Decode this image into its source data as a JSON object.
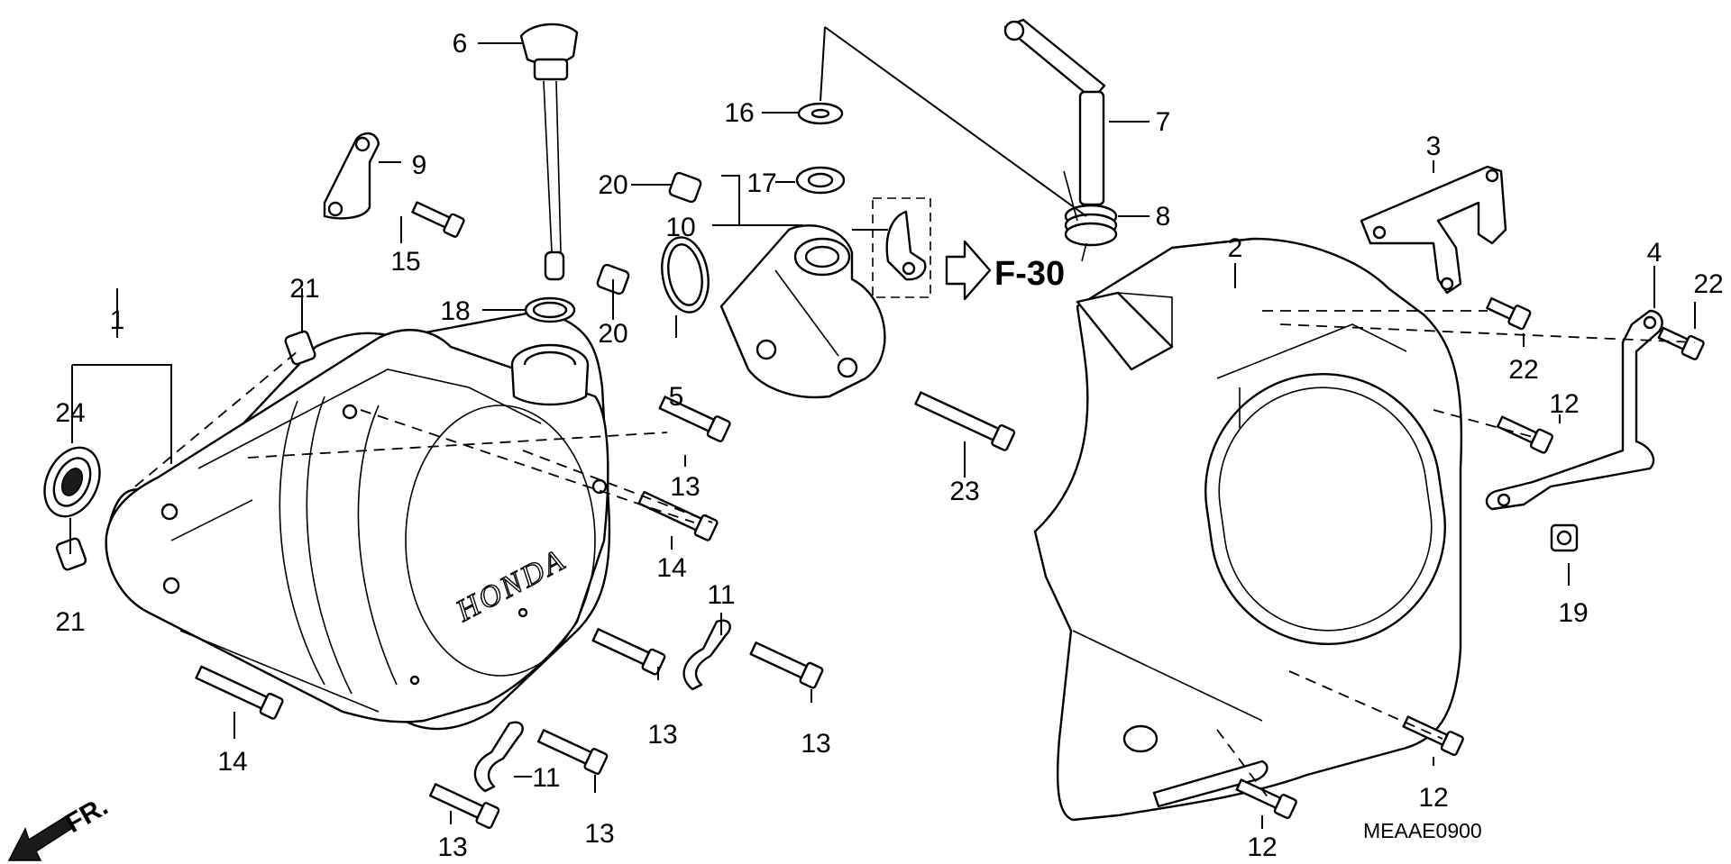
{
  "diagram": {
    "code": "MEAAE0900",
    "reference": "F-30",
    "direction": "FR.",
    "brand": "HONDA"
  },
  "callouts": [
    {
      "id": "c1",
      "text": "1"
    },
    {
      "id": "c24",
      "text": "24"
    },
    {
      "id": "c21a",
      "text": "21"
    },
    {
      "id": "c21b",
      "text": "21"
    },
    {
      "id": "c6",
      "text": "6"
    },
    {
      "id": "c9",
      "text": "9"
    },
    {
      "id": "c15",
      "text": "15"
    },
    {
      "id": "c18",
      "text": "18"
    },
    {
      "id": "c20a",
      "text": "20"
    },
    {
      "id": "c20b",
      "text": "20"
    },
    {
      "id": "c16",
      "text": "16"
    },
    {
      "id": "c17",
      "text": "17"
    },
    {
      "id": "c10",
      "text": "10"
    },
    {
      "id": "c5",
      "text": "5"
    },
    {
      "id": "c13a",
      "text": "13"
    },
    {
      "id": "c14a",
      "text": "14"
    },
    {
      "id": "c14b",
      "text": "14"
    },
    {
      "id": "c11a",
      "text": "11"
    },
    {
      "id": "c11b",
      "text": "11"
    },
    {
      "id": "c13b",
      "text": "13"
    },
    {
      "id": "c13c",
      "text": "13"
    },
    {
      "id": "c13d",
      "text": "13"
    },
    {
      "id": "c13e",
      "text": "13"
    },
    {
      "id": "c23",
      "text": "23"
    },
    {
      "id": "c7",
      "text": "7"
    },
    {
      "id": "c8",
      "text": "8"
    },
    {
      "id": "c3",
      "text": "3"
    },
    {
      "id": "c2",
      "text": "2"
    },
    {
      "id": "c4",
      "text": "4"
    },
    {
      "id": "c22a",
      "text": "22"
    },
    {
      "id": "c22b",
      "text": "22"
    },
    {
      "id": "c12a",
      "text": "12"
    },
    {
      "id": "c12b",
      "text": "12"
    },
    {
      "id": "c12c",
      "text": "12"
    },
    {
      "id": "c19",
      "text": "19"
    }
  ]
}
